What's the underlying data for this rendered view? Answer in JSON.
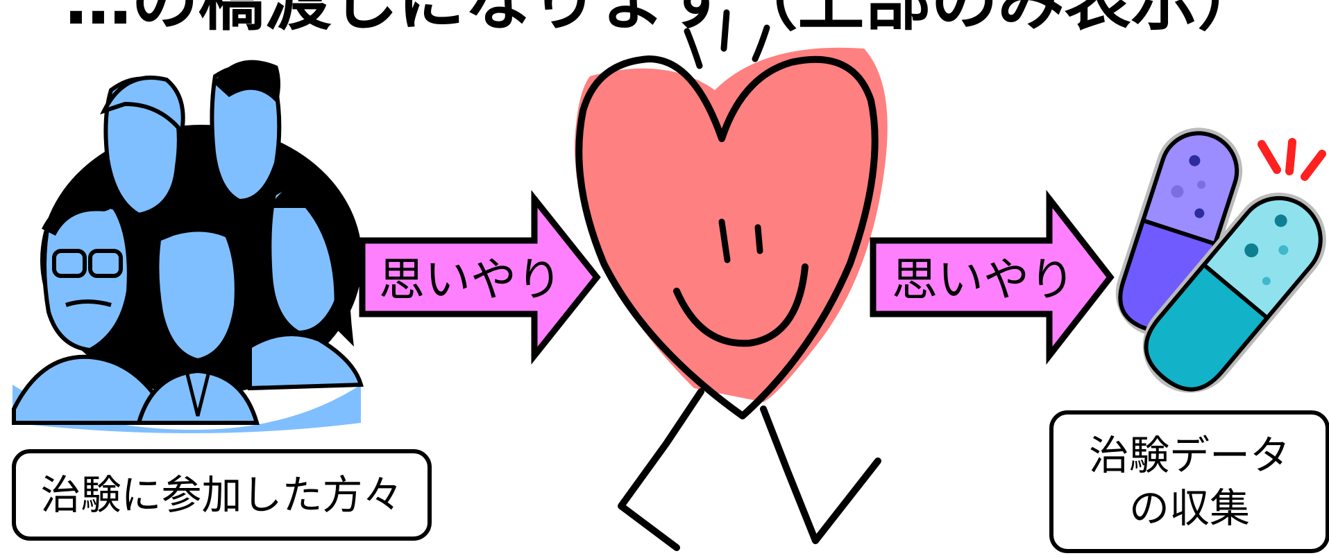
{
  "title": "…の橋渡しになります（上部のみ表示）",
  "arrows": [
    {
      "label": "思いやり"
    },
    {
      "label": "思いやり"
    }
  ],
  "boxes": {
    "participants": "治験に参加した方々",
    "data_line1": "治験データ",
    "data_line2": "の収集"
  },
  "colors": {
    "arrow_fill": "#ff80ff",
    "heart_fill": "#ff8080",
    "people_fill": "#80bfff",
    "capsule_purple": "#6f5bff",
    "capsule_teal": "#12b3c9",
    "sparkle": "#ff2020"
  },
  "icons": {
    "people": "people-group-icon",
    "heart": "smiling-heart-icon",
    "capsules": "capsules-icon"
  }
}
